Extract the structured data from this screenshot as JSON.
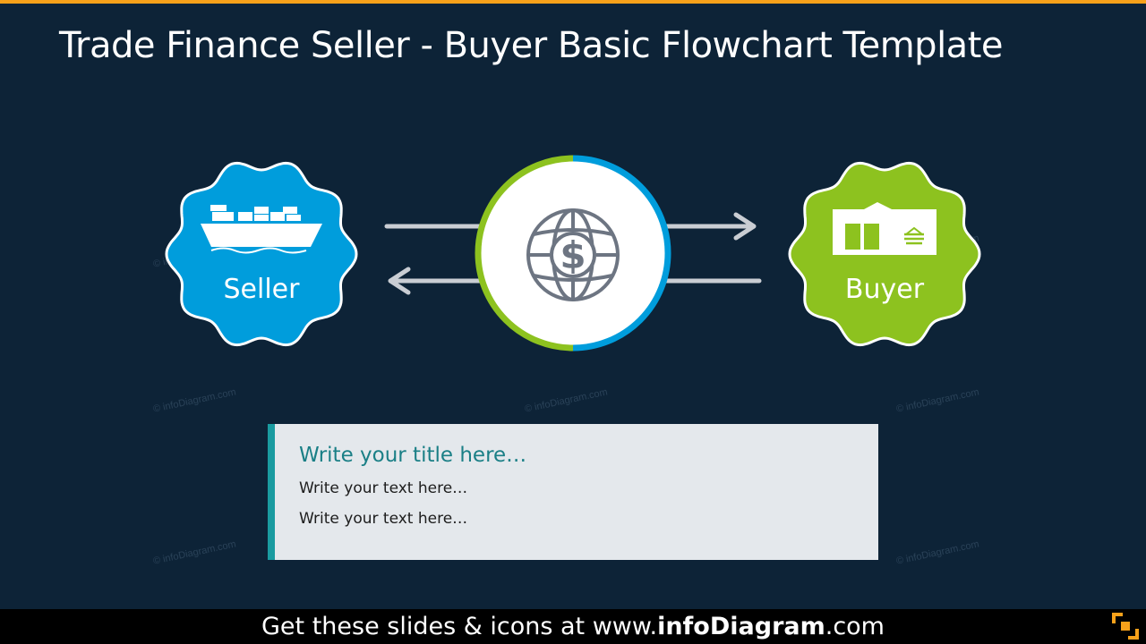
{
  "header": {
    "title": "Trade Finance Seller - Buyer Basic Flowchart Template"
  },
  "watermark": "© infoDiagram.com",
  "nodes": {
    "seller": {
      "label": "Seller",
      "icon": "cargo-ship-icon",
      "color": "#009ddc"
    },
    "center": {
      "icon": "globe-dollar-icon"
    },
    "buyer": {
      "label": "Buyer",
      "icon": "warehouse-icon",
      "color": "#8dc21f"
    }
  },
  "textbox": {
    "title": "Write your title here…",
    "line1": "Write your text here…",
    "line2": "Write your text here…"
  },
  "footer": {
    "prefix": "Get these slides & icons at www.",
    "brand": "infoDiagram",
    "suffix": ".com"
  },
  "colors": {
    "background": "#0d2337",
    "accent_orange": "#f7a11a",
    "seller_blue": "#009ddc",
    "buyer_green": "#8dc21f",
    "arrow_gray": "#c9cdd3",
    "textbox_accent": "#1a9ba0"
  }
}
